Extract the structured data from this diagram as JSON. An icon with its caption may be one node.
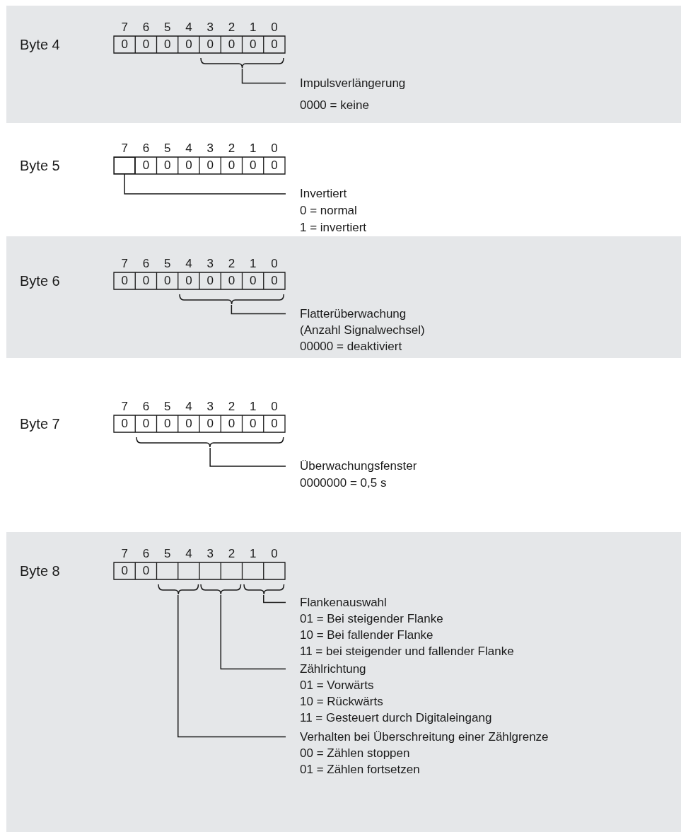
{
  "diagram": {
    "nodes": [
      {
        "text": [
          "Byte 4"
        ]
      },
      {
        "text": [],
        "shape": "bracket",
        "in": 0
      },
      {
        "text": [
          "Impulsverlängerung",
          "0000 = keine"
        ],
        "in": 0
      },
      {
        "text": [],
        "shape": "box"
      },
      {
        "text": [
          "Invertiert",
          "0 = normal",
          "1 = invertiert"
        ]
      },
      {
        "text": [
          "Byte 6"
        ]
      },
      {
        "text": [],
        "shape": "bracket",
        "in": 5
      },
      {
        "text": [
          "Flatterüberwachung",
          "(Anzahl Signalwechsel)",
          "00000 = deaktiviert"
        ],
        "in": 5
      },
      {
        "text": [],
        "shape": "bracket"
      },
      {
        "text": [
          "Überwachungsfenster",
          "0000000 = 0,5 s"
        ]
      },
      {
        "text": [
          "Byte 8"
        ]
      },
      {
        "text": [],
        "shape": "bracket",
        "in": 10
      },
      {
        "text": [],
        "shape": "bracket",
        "in": 10
      },
      {
        "text": [],
        "shape": "bracket",
        "in": 10
      },
      {
        "text": [
          "Flankenauswahl",
          "01 = Bei steigender Flanke",
          "10 = Bei fallender Flanke",
          "11 = bei steigender und fallender Flanke"
        ],
        "in": 10
      },
      {
        "text": [
          "Zählrichtung",
          "01 = Vorwärts",
          "10 = Rückwärts",
          "11 = Gesteuert durch Digitaleingang"
        ],
        "in": 10
      },
      {
        "text": [
          "Verhalten bei Überschreitung einer Zählgrenze",
          "00 = Zählen stoppen",
          "01 = Zählen fortsetzen"
        ],
        "in": 10
      }
    ],
    "edges": [
      {
        "from": 2,
        "to": 1,
        "arrow": "none"
      },
      {
        "from": 4,
        "to": 3,
        "arrow": "none"
      },
      {
        "from": 7,
        "to": 6,
        "arrow": "none"
      },
      {
        "from": 9,
        "to": 8,
        "arrow": "none"
      },
      {
        "from": 14,
        "to": 13,
        "arrow": "none"
      },
      {
        "from": 15,
        "to": 12,
        "arrow": "none"
      },
      {
        "from": 16,
        "to": 11,
        "arrow": "none"
      }
    ],
    "labels": [
      "7",
      "6",
      "5",
      "4",
      "3",
      "2",
      "1",
      "0",
      "0",
      "0",
      "0",
      "0",
      "0",
      "0",
      "0",
      "0",
      "Byte 5",
      "7",
      "6",
      "5",
      "4",
      "3",
      "2",
      "1",
      "0",
      "0",
      "0",
      "0",
      "0",
      "0",
      "0",
      "0",
      "7",
      "6",
      "5",
      "4",
      "3",
      "2",
      "1",
      "0",
      "0",
      "0",
      "0",
      "0",
      "0",
      "0",
      "0",
      "0",
      "Byte 7",
      "7",
      "6",
      "5",
      "4",
      "3",
      "2",
      "1",
      "0",
      "0",
      "0",
      "0",
      "0",
      "0",
      "0",
      "0",
      "0",
      "7",
      "6",
      "5",
      "4",
      "3",
      "2",
      "1",
      "0",
      "0",
      "0"
    ]
  }
}
